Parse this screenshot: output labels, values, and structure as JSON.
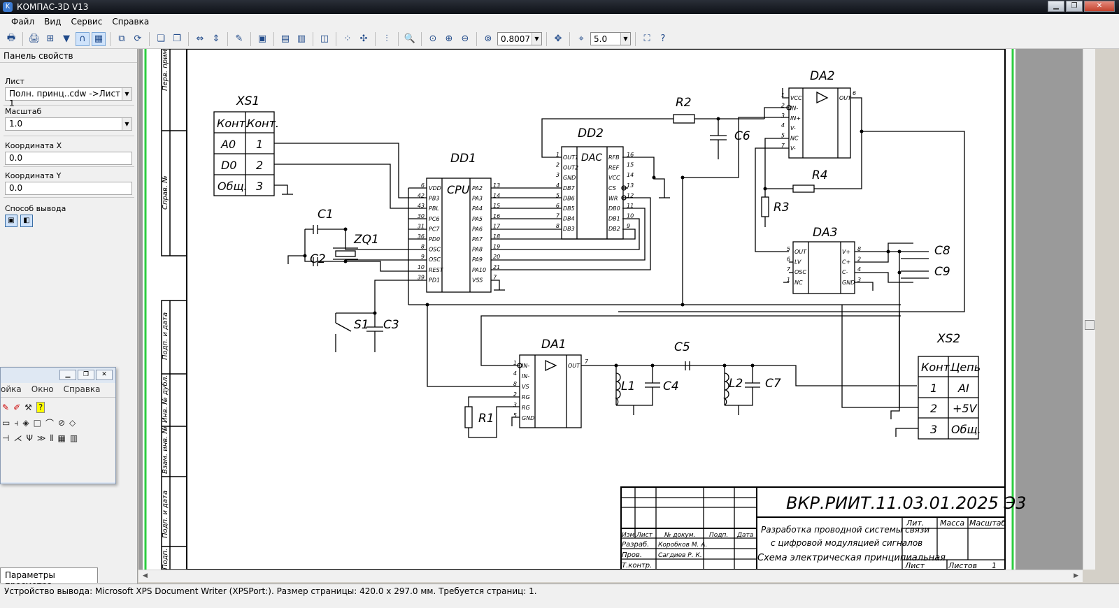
{
  "window": {
    "title": "КОМПАС-3D V13",
    "buttons": [
      "▁",
      "❐",
      "✕"
    ]
  },
  "menu": [
    "Файл",
    "Вид",
    "Сервис",
    "Справка"
  ],
  "toolbar": {
    "zoom_value": "0.8007",
    "step_value": "5.0"
  },
  "properties_panel": {
    "title": "Панель свойств",
    "sheet_label": "Лист",
    "sheet_value": "Полн. принц..cdw ->Лист 1",
    "scale_label": "Масштаб",
    "scale_value": "1.0",
    "coord_x_label": "Координата X",
    "coord_x_value": "0.0",
    "coord_y_label": "Координата Y",
    "coord_y_value": "0.0",
    "output_mode_label": "Способ вывода",
    "view_tab": "Параметры просмотра"
  },
  "float_window": {
    "menu": [
      "ойка",
      "Окно",
      "Справка"
    ]
  },
  "statusbar": {
    "text": "Устройство вывода: Microsoft XPS Document Writer (XPSPort:). Размер страницы: 420.0 x 297.0 мм. Требуется страниц: 1."
  },
  "drawing": {
    "xs1": {
      "title": "XS1",
      "header": [
        "Конт.",
        "Конт."
      ],
      "rows": [
        [
          "A0",
          "1"
        ],
        [
          "D0",
          "2"
        ],
        [
          "Общ.",
          "3"
        ]
      ]
    },
    "xs2": {
      "title": "XS2",
      "header": [
        "Конт.",
        "Цепь"
      ],
      "rows": [
        [
          "1",
          "AI"
        ],
        [
          "2",
          "+5V"
        ],
        [
          "3",
          "Общ."
        ]
      ]
    },
    "components": {
      "dd1": "DD1",
      "cpu": "CPU",
      "dd2": "DD2",
      "dac": "DAC",
      "da1": "DA1",
      "da2": "DA2",
      "da3": "DA3",
      "r1": "R1",
      "r2": "R2",
      "r3": "R3",
      "r4": "R4",
      "c1": "C1",
      "c2": "C2",
      "c3": "C3",
      "c4": "C4",
      "c5": "C5",
      "c6": "C6",
      "c7": "C7",
      "c8": "C8",
      "c9": "C9",
      "l1": "L1",
      "l2": "L2",
      "zq1": "ZQ1",
      "s1": "S1"
    },
    "cpu_left_pins": [
      "VDD",
      "PB3",
      "PBL",
      "PC6",
      "PC7",
      "PD0",
      "OSC",
      "OSC",
      "REST",
      "PD1"
    ],
    "cpu_left_nums": [
      "6",
      "42",
      "43",
      "30",
      "31",
      "36",
      "8",
      "9",
      "10",
      "39"
    ],
    "cpu_right_pins": [
      "PA2",
      "PA3",
      "PA4",
      "PA5",
      "PA6",
      "PA7",
      "PA8",
      "PA9",
      "PA10",
      "VSS"
    ],
    "cpu_right_nums": [
      "13",
      "14",
      "15",
      "16",
      "17",
      "18",
      "19",
      "20",
      "21",
      "7"
    ],
    "dac_left_pins": [
      "OUT1",
      "OUT2",
      "GND",
      "DB7",
      "DB6",
      "DB5",
      "DB4",
      "DB3"
    ],
    "dac_left_nums": [
      "1",
      "2",
      "3",
      "4",
      "5",
      "6",
      "7",
      "8"
    ],
    "dac_right_pins": [
      "RFB",
      "REF",
      "VCC",
      "CS",
      "WR",
      "DB0",
      "DB1",
      "DB2"
    ],
    "dac_right_nums": [
      "16",
      "15",
      "14",
      "13",
      "12",
      "11",
      "10",
      "9"
    ],
    "da2_pins": [
      "VCC",
      "IN-",
      "IN+",
      "V-",
      "NC",
      "V-"
    ],
    "da2_nums": [
      "1",
      "2",
      "3",
      "4",
      "5",
      "7"
    ],
    "da2_out": "OUT",
    "da2_out_num": "6",
    "da3_left_pins": [
      "OUT",
      "LV",
      "OSC",
      "NC"
    ],
    "da3_left_nums": [
      "5",
      "6",
      "7",
      "1"
    ],
    "da3_right_pins": [
      "V+",
      "C+",
      "C-",
      "GND"
    ],
    "da3_right_nums": [
      "8",
      "2",
      "4",
      "3"
    ],
    "da1_pins": [
      "IN-",
      "IN-",
      "VS",
      "RG",
      "RG",
      "GND"
    ],
    "da1_nums": [
      "1",
      "4",
      "8",
      "2",
      "3",
      "5"
    ],
    "da1_out": "OUT",
    "da1_out_num": "7",
    "side_labels": [
      "Перв. примен.",
      "Справ. №",
      "Подп. и дата",
      "Инв. № дубл.",
      "Взам. инв. №",
      "Подп. и дата",
      "Подп."
    ],
    "title_block": {
      "code": "ВКР.РИИТ.11.03.01.2025 Э3",
      "project_line1": "Разработка проводной системы связи",
      "project_line2": "с цифровой модуляцией сигналов",
      "doc_name": "Схема электрическая принципиальная",
      "header": [
        "Изм.",
        "Лист",
        "№ докум.",
        "Подп.",
        "Дата"
      ],
      "roles": [
        "Разраб.",
        "Пров.",
        "Т.контр."
      ],
      "names": [
        "Коробков М. А.",
        "Сагдиев Р. К."
      ],
      "lit": "Лит.",
      "mass": "Масса",
      "scale": "Масштаб",
      "sheet": "Лист",
      "sheets": "Листов",
      "sheets_count": "1"
    }
  }
}
